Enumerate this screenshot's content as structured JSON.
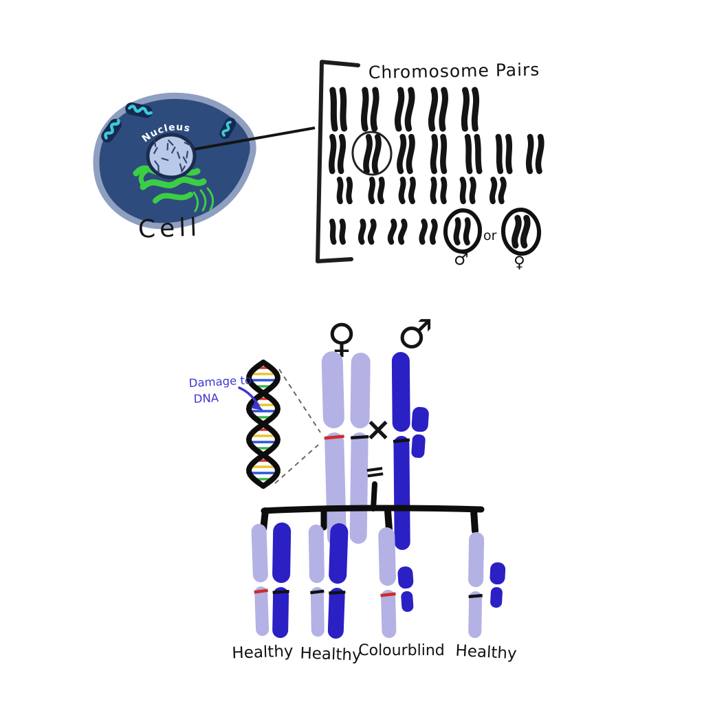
{
  "cell": {
    "label": "Cell",
    "nucleus_label": "Nucleus"
  },
  "karyotype": {
    "title": "Chromosome Pairs",
    "row_pair_counts": [
      5,
      7,
      6,
      4
    ],
    "or_label": "or",
    "sex_options": [
      {
        "pair": "XY",
        "symbol": "♂"
      },
      {
        "pair": "XX",
        "symbol": "♀"
      }
    ]
  },
  "dna": {
    "annotation_line1": "Damage to",
    "annotation_line2": "DNA"
  },
  "cross": {
    "female_symbol": "♀",
    "male_symbol": "♂",
    "cross_symbol": "×",
    "equals_symbol": "="
  },
  "parents": {
    "mother": {
      "symbol": "♀",
      "chromosomes": [
        {
          "shape": "X",
          "shade": "light",
          "band": "red"
        },
        {
          "shape": "X",
          "shade": "light",
          "band": "black"
        }
      ]
    },
    "father": {
      "symbol": "♂",
      "chromosomes": [
        {
          "shape": "X",
          "shade": "dark",
          "band": "black"
        },
        {
          "shape": "Y",
          "shade": "dark"
        }
      ]
    }
  },
  "offspring": [
    {
      "label": "Healthy",
      "chromosomes": [
        {
          "shape": "X",
          "shade": "light",
          "band": "red"
        },
        {
          "shape": "X",
          "shade": "dark",
          "band": "black"
        }
      ]
    },
    {
      "label": "Healthy",
      "chromosomes": [
        {
          "shape": "X",
          "shade": "light",
          "band": "black"
        },
        {
          "shape": "X",
          "shade": "dark",
          "band": "black"
        }
      ]
    },
    {
      "label": "Colourblind",
      "chromosomes": [
        {
          "shape": "X",
          "shade": "light",
          "band": "red"
        },
        {
          "shape": "Y",
          "shade": "dark"
        }
      ]
    },
    {
      "label": "Healthy",
      "chromosomes": [
        {
          "shape": "X",
          "shade": "light",
          "band": "black"
        },
        {
          "shape": "Y",
          "shade": "dark"
        }
      ]
    }
  ],
  "colors": {
    "ink": "#141414",
    "cell_body": "#2e4b7d",
    "cell_rim": "#8e9fc0",
    "nucleus_fill": "#b9c9e8",
    "nucleus_outline": "#1b2c50",
    "chromatin": "#31446e",
    "mitochondria_outline": "#142a50",
    "mitochondria_inner": "#3fc9da",
    "organelle_green": "#3bce45",
    "chromosome_light": "#b4b1e4",
    "chromosome_dark": "#2a20c4",
    "band_red": "#cf2b2b",
    "band_black": "#111111",
    "annotation_blue": "#3d35cf",
    "dna_rungs": [
      "#d63434",
      "#e7c42e",
      "#2f53d6",
      "#35b94a"
    ]
  }
}
